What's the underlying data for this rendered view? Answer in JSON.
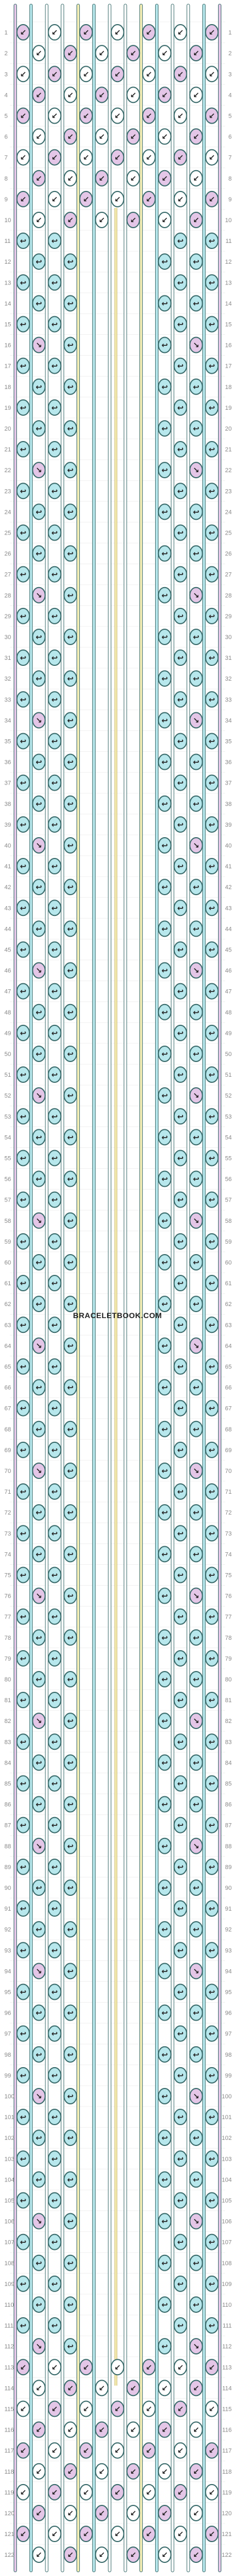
{
  "pattern": {
    "rows": 122,
    "strings": [
      {
        "id": 1,
        "color": "#E4C6E7"
      },
      {
        "id": 2,
        "color": "#B7E7EC"
      },
      {
        "id": 3,
        "color": "#FFFFFF"
      },
      {
        "id": 4,
        "color": "#FFFFFF"
      },
      {
        "id": 5,
        "color": "#F6EFB6"
      },
      {
        "id": 6,
        "color": "#B7E7EC"
      },
      {
        "id": 7,
        "color": "#FFFFFF"
      },
      {
        "id": 8,
        "color": "#FFFFFF"
      },
      {
        "id": 9,
        "color": "#F6EFB6"
      },
      {
        "id": 10,
        "color": "#B7E7EC"
      },
      {
        "id": 11,
        "color": "#FFFFFF"
      },
      {
        "id": 12,
        "color": "#FFFFFF"
      },
      {
        "id": 13,
        "color": "#B7E7EC"
      },
      {
        "id": 14,
        "color": "#E4C6E7"
      }
    ],
    "knot_colors": {
      "purple": "#E4C6E7",
      "cyan": "#B7E7EC",
      "white": "#FFFFFF",
      "yellow": "#F6EFB6"
    },
    "outline_color": "#3a6b6b"
  },
  "watermark": "BRACELETBOOK.COM"
}
